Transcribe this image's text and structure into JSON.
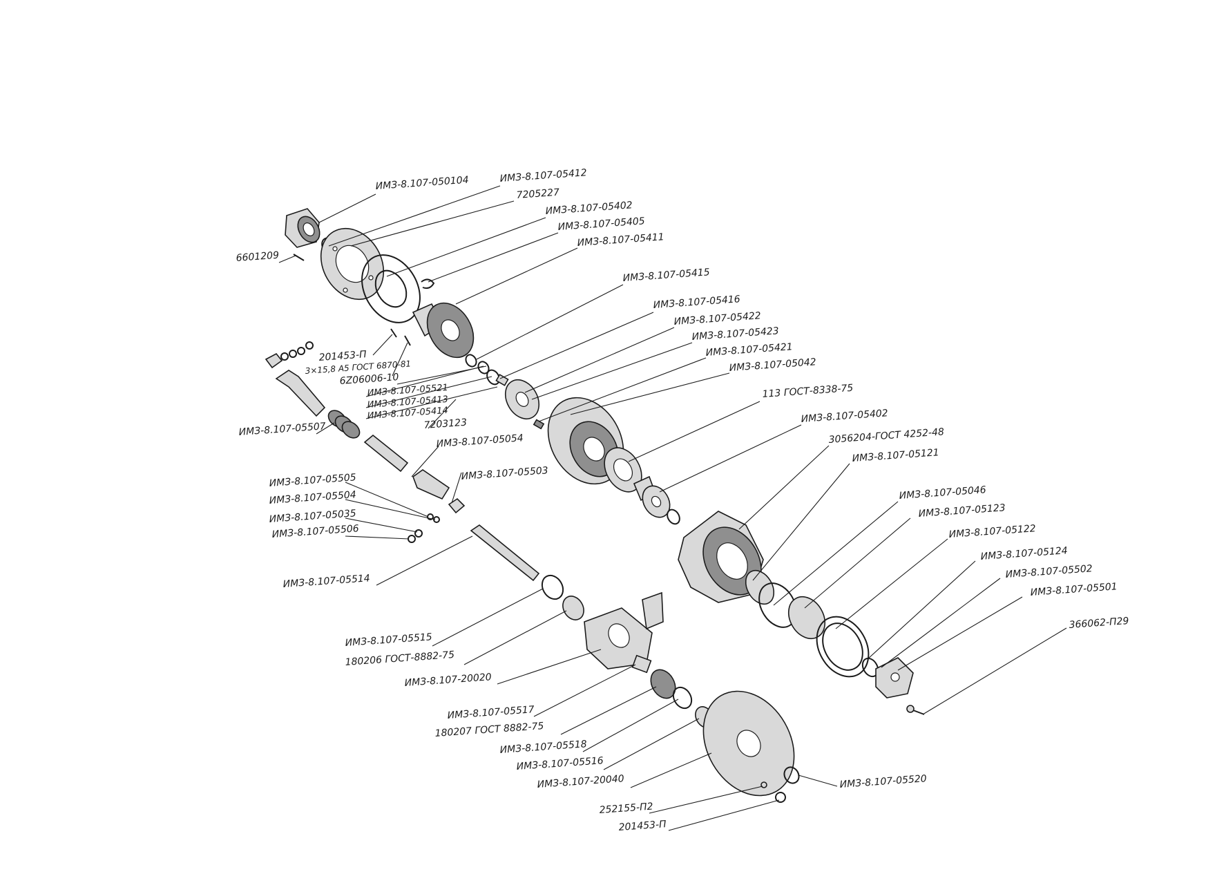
{
  "labels": [
    {
      "id": "l01",
      "text": "ИМЗ-8.107-050104"
    },
    {
      "id": "l02",
      "text": "ИМЗ-8.107-05412"
    },
    {
      "id": "l03",
      "text": "7205227"
    },
    {
      "id": "l04",
      "text": "ИМЗ-8.107-05402"
    },
    {
      "id": "l05",
      "text": "ИМЗ-8.107-05405"
    },
    {
      "id": "l06",
      "text": "ИМЗ-8.107-05411"
    },
    {
      "id": "l07",
      "text": "6601209"
    },
    {
      "id": "l08",
      "text": "ИМЗ-8.107-05415"
    },
    {
      "id": "l09",
      "text": "ИМЗ-8.107-05416"
    },
    {
      "id": "l10",
      "text": "ИМЗ-8.107-05422"
    },
    {
      "id": "l11",
      "text": "ИМЗ-8.107-05423"
    },
    {
      "id": "l12",
      "text": "ИМЗ-8.107-05421"
    },
    {
      "id": "l13",
      "text": "ИМЗ-8.107-05042"
    },
    {
      "id": "l14",
      "text": "201453-П"
    },
    {
      "id": "l15",
      "text": "3×15,8 А5 ГОСТ 6870-81"
    },
    {
      "id": "l16",
      "text": "6Z06006-10"
    },
    {
      "id": "l17",
      "text": "113 ГОСТ-8338-75"
    },
    {
      "id": "l18",
      "text": "ИМЗ-8.107-05521"
    },
    {
      "id": "l19",
      "text": "ИМЗ-8.107-05413"
    },
    {
      "id": "l20",
      "text": "ИМЗ-8.107-05414"
    },
    {
      "id": "l21",
      "text": "7203123"
    },
    {
      "id": "l22",
      "text": "ИМЗ-8.107-05507"
    },
    {
      "id": "l23",
      "text": "ИМЗ-8.107-05402"
    },
    {
      "id": "l24",
      "text": "3056204-ГОСТ 4252-48"
    },
    {
      "id": "l25",
      "text": "ИМЗ-8.107-05054"
    },
    {
      "id": "l26",
      "text": "ИМЗ-8.107-05121"
    },
    {
      "id": "l27",
      "text": "ИМЗ-8.107-05503"
    },
    {
      "id": "l28",
      "text": "ИМЗ-8.107-05505"
    },
    {
      "id": "l29",
      "text": "ИМЗ-8.107-05504"
    },
    {
      "id": "l30",
      "text": "ИМЗ-8.107-05035"
    },
    {
      "id": "l31",
      "text": "ИМЗ-8.107-05506"
    },
    {
      "id": "l32",
      "text": "ИМЗ-8.107-05046"
    },
    {
      "id": "l33",
      "text": "ИМЗ-8.107-05123"
    },
    {
      "id": "l34",
      "text": "ИМЗ-8.107-05122"
    },
    {
      "id": "l35",
      "text": "ИМЗ-8.107-05514"
    },
    {
      "id": "l36",
      "text": "ИМЗ-8.107-05124"
    },
    {
      "id": "l37",
      "text": "ИМЗ-8.107-05502"
    },
    {
      "id": "l38",
      "text": "ИМЗ-8.107-05501"
    },
    {
      "id": "l39",
      "text": "366062-П29"
    },
    {
      "id": "l40",
      "text": "ИМЗ-8.107-05515"
    },
    {
      "id": "l41",
      "text": "180206 ГОСТ-8882-75"
    },
    {
      "id": "l42",
      "text": "ИМЗ-8.107-20020"
    },
    {
      "id": "l43",
      "text": "ИМЗ-8.107-05517"
    },
    {
      "id": "l44",
      "text": "180207 ГОСТ 8882-75"
    },
    {
      "id": "l45",
      "text": "ИМЗ-8.107-05518"
    },
    {
      "id": "l46",
      "text": "ИМЗ-8.107-05516"
    },
    {
      "id": "l47",
      "text": "ИМЗ-8.107-20040"
    },
    {
      "id": "l48",
      "text": "ИМЗ-8.107-05520"
    },
    {
      "id": "l49",
      "text": "252155-П2"
    },
    {
      "id": "l50",
      "text": "201453-П"
    }
  ]
}
